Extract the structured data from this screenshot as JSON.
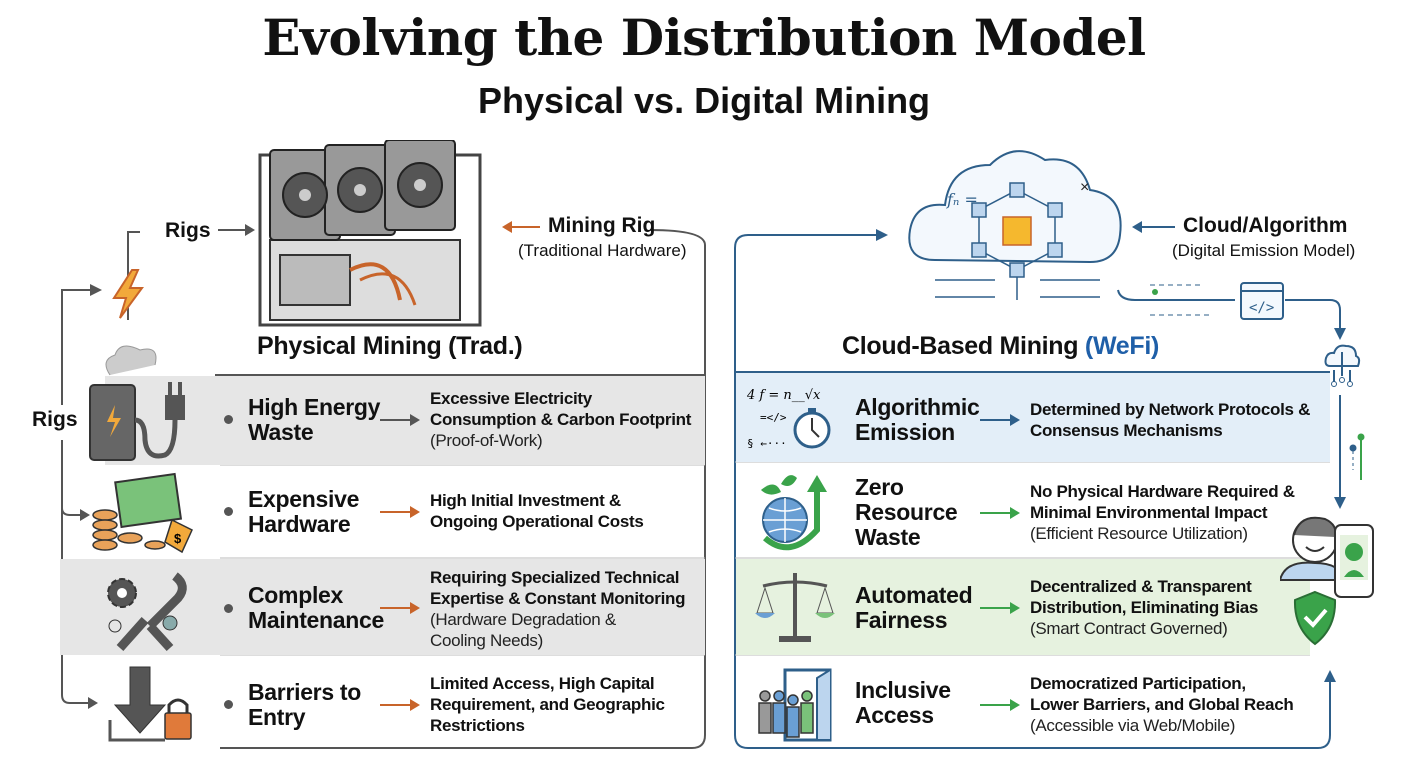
{
  "title": "Evolving the Distribution Model",
  "subtitle": "Physical vs. Digital Mining",
  "left": {
    "section_title": "Physical Mining (Trad.)",
    "rigs_top": "Rigs",
    "rigs_side": "Rigs",
    "callout_title": "Mining Rig",
    "callout_sub": "(Traditional Hardware)",
    "rows": [
      {
        "label": [
          "High Energy",
          "Waste"
        ],
        "desc": [
          "Excessive Electricity",
          "Consumption & Carbon Footprint"
        ],
        "note": [
          "(Proof-of-Work)"
        ]
      },
      {
        "label": [
          "Expensive",
          "Hardware"
        ],
        "desc": [
          "High Initial Investment &",
          "Ongoing Operational Costs"
        ],
        "note": []
      },
      {
        "label": [
          "Complex",
          "Maintenance"
        ],
        "desc": [
          "Requiring Specialized Technical",
          "Expertise & Constant Monitoring"
        ],
        "note": [
          "(Hardware Degradation &",
          "Cooling Needs)"
        ]
      },
      {
        "label": [
          "Barriers to",
          "Entry"
        ],
        "desc": [
          "Limited Access, High Capital",
          "Requirement, and Geographic",
          "Restrictions"
        ],
        "note": []
      }
    ]
  },
  "right": {
    "section_title_main": "Cloud-Based Mining",
    "section_title_accent": "(WeFi)",
    "callout_title": "Cloud/Algorithm",
    "callout_sub": "(Digital Emission Model)",
    "rows": [
      {
        "label": [
          "Algorithmic",
          "Emission"
        ],
        "desc": [
          "Determined by Network Protocols &",
          "Consensus Mechanisms"
        ],
        "note": []
      },
      {
        "label": [
          "Zero",
          "Resource",
          "Waste"
        ],
        "desc": [
          "No Physical Hardware Required &",
          "Minimal Environmental Impact"
        ],
        "note": [
          "(Efficient Resource Utilization)"
        ]
      },
      {
        "label": [
          "Automated",
          "Fairness"
        ],
        "desc": [
          "Decentralized & Transparent",
          "Distribution, Eliminating Bias"
        ],
        "note": [
          "(Smart Contract Governed)"
        ]
      },
      {
        "label": [
          "Inclusive",
          "Access"
        ],
        "desc": [
          "Democratized Participation,",
          "Lower Barriers, and Global Reach"
        ],
        "note": [
          "(Accessible via Web/Mobile)"
        ]
      }
    ]
  },
  "colors": {
    "gray_row": "#e6e6e6",
    "blue_row": "#e3eef8",
    "green_row": "#e6f2df",
    "blue": "#2e5f8a",
    "green": "#3aa34a",
    "orange": "#c8642a",
    "accent_blue": "#1f5fa8"
  }
}
